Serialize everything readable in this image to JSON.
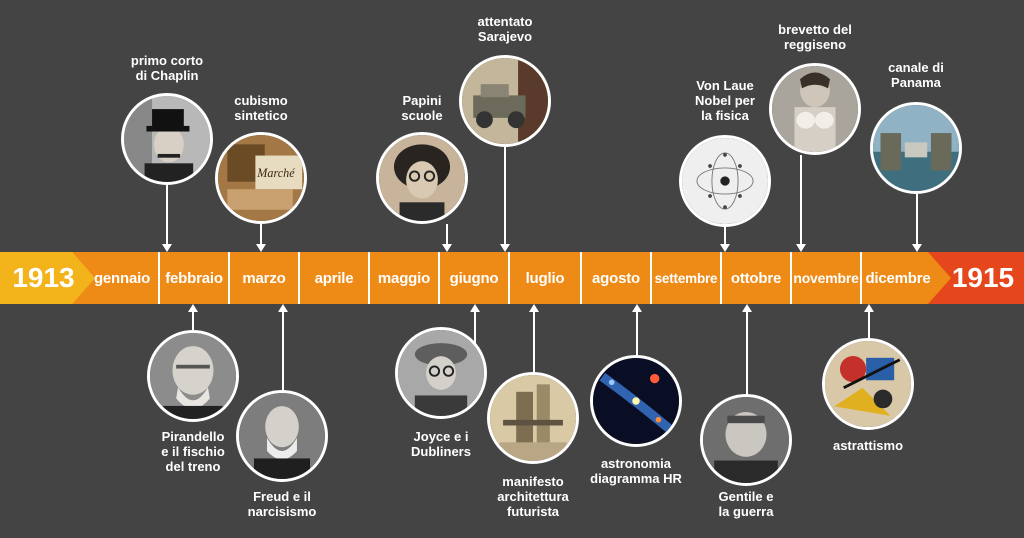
{
  "years": {
    "start": "1913",
    "end": "1915"
  },
  "months": [
    "gennaio",
    "febbraio",
    "marzo",
    "aprile",
    "maggio",
    "giugno",
    "luglio",
    "agosto",
    "settembre",
    "ottobre",
    "novembre",
    "dicembre"
  ],
  "events_top": [
    {
      "lines": [
        "primo corto",
        "di Chaplin"
      ],
      "icon": "chaplin-portrait-icon"
    },
    {
      "lines": [
        "cubismo",
        "sintetico"
      ],
      "icon": "cubist-collage-icon"
    },
    {
      "lines": [
        "Papini",
        "scuole"
      ],
      "icon": "papini-portrait-icon"
    },
    {
      "lines": [
        "attentato",
        "Sarajevo"
      ],
      "icon": "sarajevo-car-icon"
    },
    {
      "lines": [
        "Von Laue",
        "Nobel per",
        "la fisica"
      ],
      "icon": "xray-diffraction-icon"
    },
    {
      "lines": [
        "brevetto del",
        "reggiseno"
      ],
      "icon": "brassiere-photo-icon"
    },
    {
      "lines": [
        "canale di",
        "Panama"
      ],
      "icon": "panama-canal-icon"
    }
  ],
  "events_bottom": [
    {
      "lines": [
        "Pirandello",
        "e il fischio",
        "del treno"
      ],
      "icon": "pirandello-portrait-icon"
    },
    {
      "lines": [
        "Freud e il",
        "narcisismo"
      ],
      "icon": "freud-portrait-icon"
    },
    {
      "lines": [
        "Joyce e i",
        "Dubliners"
      ],
      "icon": "joyce-portrait-icon"
    },
    {
      "lines": [
        "manifesto",
        "architettura",
        "futurista"
      ],
      "icon": "futurist-building-icon"
    },
    {
      "lines": [
        "astronomia",
        "diagramma HR"
      ],
      "icon": "hr-diagram-icon"
    },
    {
      "lines": [
        "Gentile e",
        "la guerra"
      ],
      "icon": "gentile-portrait-icon"
    },
    {
      "lines": [
        "astrattismo"
      ],
      "icon": "abstract-painting-icon"
    }
  ],
  "colors": {
    "background": "#444444",
    "band": "#ee8a16",
    "start_cap": "#f3b31a",
    "end_cap": "#e5461c"
  }
}
